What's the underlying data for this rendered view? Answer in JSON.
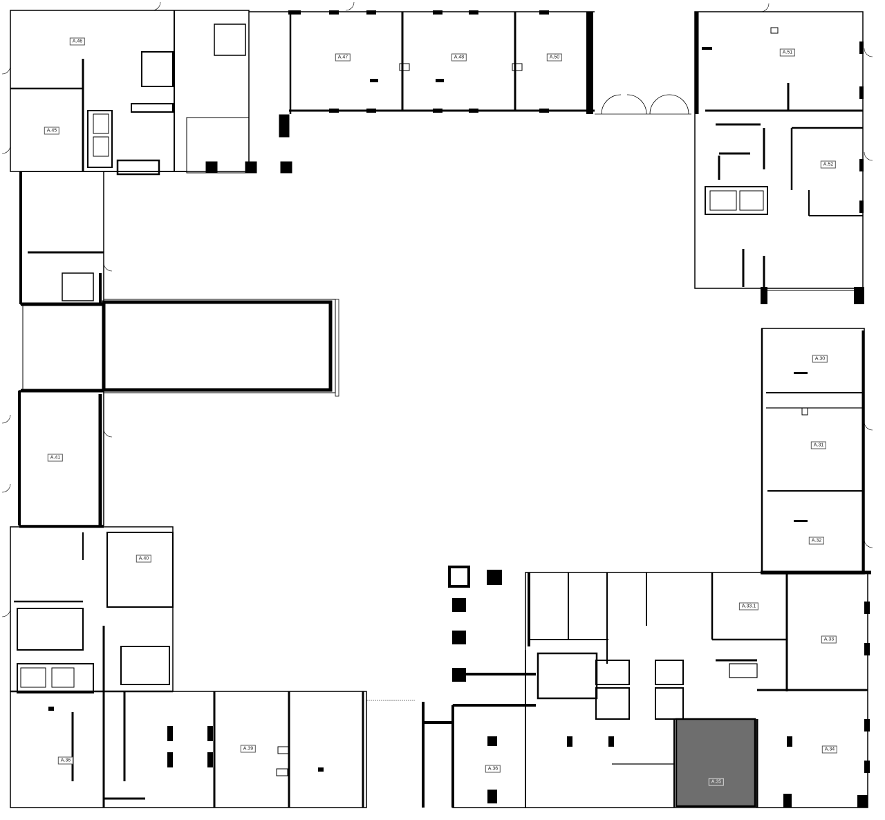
{
  "floor_plan": {
    "units": [
      {
        "id": "a46",
        "label": "A.46"
      },
      {
        "id": "a45",
        "label": "A.45"
      },
      {
        "id": "a47",
        "label": "A.47"
      },
      {
        "id": "a48",
        "label": "A.48"
      },
      {
        "id": "a50",
        "label": "A.50"
      },
      {
        "id": "a51",
        "label": "A.51"
      },
      {
        "id": "a52",
        "label": "A.52"
      },
      {
        "id": "a30",
        "label": "A.30"
      },
      {
        "id": "a31",
        "label": "A.31"
      },
      {
        "id": "a32",
        "label": "A.32"
      },
      {
        "id": "a33_1",
        "label": "A.33.1"
      },
      {
        "id": "a33",
        "label": "A.33"
      },
      {
        "id": "a34",
        "label": "A.34"
      },
      {
        "id": "a35",
        "label": "A.35"
      },
      {
        "id": "a36_east",
        "label": "A.36"
      },
      {
        "id": "a36_west",
        "label": "A.36"
      },
      {
        "id": "a39",
        "label": "A.39"
      },
      {
        "id": "a40",
        "label": "A.40"
      },
      {
        "id": "a41",
        "label": "A.41"
      }
    ],
    "selected_unit": "A.35",
    "highlight_color": "#6e6e6e",
    "wall_color": "#000000"
  }
}
